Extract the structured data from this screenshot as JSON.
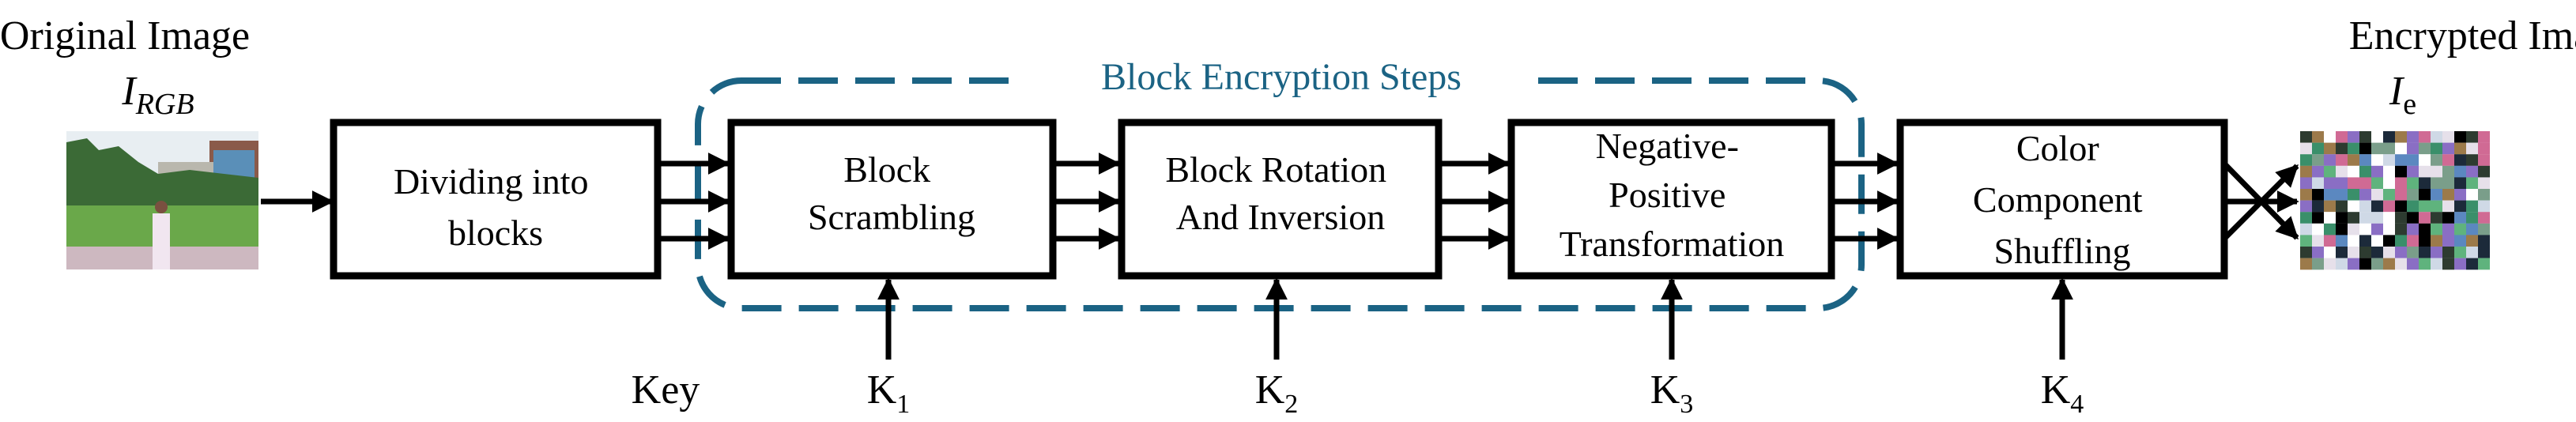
{
  "input": {
    "title": "Original Image",
    "symbol": "I",
    "subscript": "RGB"
  },
  "output": {
    "title": "Encrypted Image",
    "symbol": "I",
    "subscript": "e"
  },
  "group": {
    "title": "Block Encryption Steps",
    "color": "#1b6384"
  },
  "blocks": [
    {
      "lines": [
        "Dividing into",
        "blocks"
      ]
    },
    {
      "lines": [
        "Block",
        "Scrambling"
      ]
    },
    {
      "lines": [
        "Block Rotation",
        "And Inversion"
      ]
    },
    {
      "lines": [
        "Negative-",
        "Positive",
        "Transformation"
      ]
    },
    {
      "lines": [
        "Color",
        "Component",
        "Shuffling"
      ]
    }
  ],
  "key_label": "Key",
  "keys": [
    {
      "letter": "K",
      "sub": "1"
    },
    {
      "letter": "K",
      "sub": "2"
    },
    {
      "letter": "K",
      "sub": "3"
    },
    {
      "letter": "K",
      "sub": "4"
    }
  ]
}
